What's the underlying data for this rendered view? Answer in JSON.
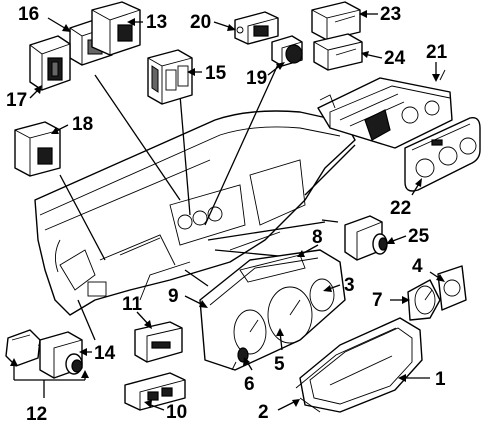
{
  "diagram": {
    "callouts": [
      {
        "id": "1",
        "text": "1"
      },
      {
        "id": "2",
        "text": "2"
      },
      {
        "id": "3",
        "text": "3"
      },
      {
        "id": "4",
        "text": "4"
      },
      {
        "id": "5",
        "text": "5"
      },
      {
        "id": "6",
        "text": "6"
      },
      {
        "id": "7",
        "text": "7"
      },
      {
        "id": "8",
        "text": "8"
      },
      {
        "id": "9",
        "text": "9"
      },
      {
        "id": "10",
        "text": "10"
      },
      {
        "id": "11",
        "text": "11"
      },
      {
        "id": "12",
        "text": "12"
      },
      {
        "id": "13",
        "text": "13"
      },
      {
        "id": "14",
        "text": "14"
      },
      {
        "id": "15",
        "text": "15"
      },
      {
        "id": "16",
        "text": "16"
      },
      {
        "id": "17",
        "text": "17"
      },
      {
        "id": "18",
        "text": "18"
      },
      {
        "id": "19",
        "text": "19"
      },
      {
        "id": "20",
        "text": "20"
      },
      {
        "id": "21",
        "text": "21"
      },
      {
        "id": "22",
        "text": "22"
      },
      {
        "id": "23",
        "text": "23"
      },
      {
        "id": "24",
        "text": "24"
      },
      {
        "id": "25",
        "text": "25"
      }
    ]
  }
}
